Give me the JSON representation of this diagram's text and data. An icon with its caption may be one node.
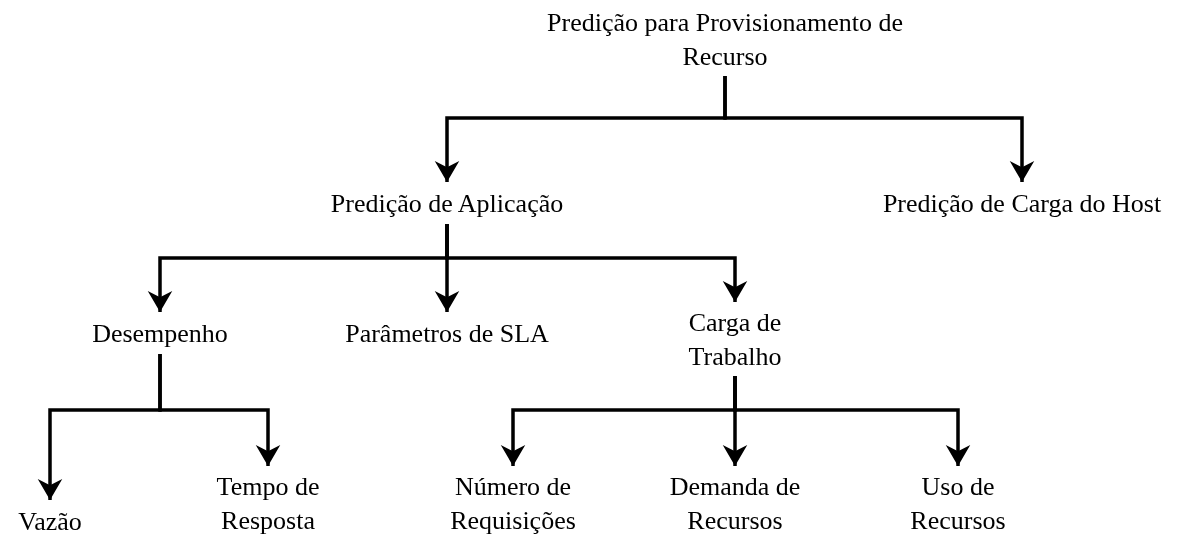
{
  "diagram": {
    "nodes": [
      {
        "text": [
          "Predição para Provisionamento de Recurso"
        ]
      },
      {
        "text": [
          "Predição de Aplicação"
        ]
      },
      {
        "text": [
          "Predição de Carga do Host"
        ]
      },
      {
        "text": [
          "Desempenho"
        ]
      },
      {
        "text": [
          "Parâmetros de SLA"
        ]
      },
      {
        "text": [
          "Carga de Trabalho"
        ]
      },
      {
        "text": [
          "Vazão"
        ]
      },
      {
        "text": [
          "Tempo de Resposta"
        ]
      },
      {
        "text": [
          "Número de Requisições"
        ]
      },
      {
        "text": [
          "Demanda de Recursos"
        ]
      },
      {
        "text": [
          "Uso de Recursos"
        ]
      }
    ],
    "edges": [
      {
        "from": 0,
        "to": 1,
        "arrow": "to"
      },
      {
        "from": 0,
        "to": 2,
        "arrow": "to"
      },
      {
        "from": 1,
        "to": 3,
        "arrow": "to"
      },
      {
        "from": 1,
        "to": 4,
        "arrow": "to"
      },
      {
        "from": 1,
        "to": 5,
        "arrow": "to"
      },
      {
        "from": 3,
        "to": 6,
        "arrow": "to"
      },
      {
        "from": 3,
        "to": 7,
        "arrow": "to"
      },
      {
        "from": 5,
        "to": 8,
        "arrow": "to"
      },
      {
        "from": 5,
        "to": 9,
        "arrow": "to"
      },
      {
        "from": 5,
        "to": 10,
        "arrow": "to"
      }
    ]
  }
}
